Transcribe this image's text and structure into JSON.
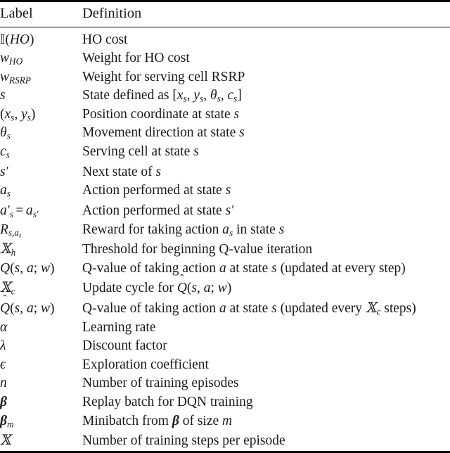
{
  "table": {
    "headers": {
      "label": "Label",
      "definition": "Definition"
    },
    "rows": [
      {
        "label_text": "ᵔ0(HO)",
        "definition_text": "HO cost"
      },
      {
        "label_text": "w_HO",
        "definition_text": "Weight for HO cost"
      },
      {
        "label_text": "w_RSRP",
        "definition_text": "Weight for serving cell RSRP"
      },
      {
        "label_text": "s",
        "definition_text": "State defined as [x_s, y_s, θ_s, c_s]"
      },
      {
        "label_text": "(x_s, y_s)",
        "definition_text": "Position coordinate at state s"
      },
      {
        "label_text": "θ_s",
        "definition_text": "Movement direction at state s"
      },
      {
        "label_text": "c_s",
        "definition_text": "Serving cell at state s"
      },
      {
        "label_text": "s′",
        "definition_text": "Next state of s"
      },
      {
        "label_text": "a_s",
        "definition_text": "Action performed at state s"
      },
      {
        "label_text": "a′_s = a_s′",
        "definition_text": "Action performed at state s′"
      },
      {
        "label_text": "R_{s,a_s}",
        "definition_text": "Reward for taking action a_s in state s"
      },
      {
        "label_text": "𝒯_h",
        "definition_text": "Threshold for beginning Q-value iteration"
      },
      {
        "label_text": "Q(s, a; w)",
        "definition_text": "Q-value of taking action a at state s (updated at every step)"
      },
      {
        "label_text": "𝒯_c",
        "definition_text": "Update cycle for Q̂(s, a; w)"
      },
      {
        "label_text": "Q̂(s, a; w)",
        "definition_text": "Q-value of taking action a at state s (updated every 𝒯_c steps)"
      },
      {
        "label_text": "α",
        "definition_text": "Learning rate"
      },
      {
        "label_text": "λ",
        "definition_text": "Discount factor"
      },
      {
        "label_text": "ϵ",
        "definition_text": "Exploration coefficient"
      },
      {
        "label_text": "n",
        "definition_text": "Number of training episodes"
      },
      {
        "label_text": "β",
        "definition_text": "Replay batch for DQN training"
      },
      {
        "label_text": "β_m",
        "definition_text": "Minibatch from β of size m"
      },
      {
        "label_text": "𝒯",
        "definition_text": "Number of training steps per episode"
      }
    ]
  },
  "style": {
    "background_color": "#ffffff",
    "text_color": "#1a1a1a",
    "rule_color": "#000000"
  }
}
